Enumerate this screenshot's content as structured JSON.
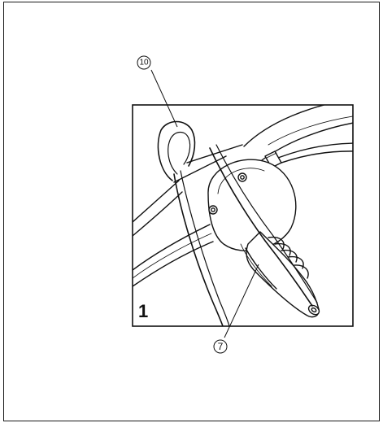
{
  "figure": {
    "number": "1",
    "callouts": [
      {
        "id": "callout-10",
        "label": "10"
      },
      {
        "id": "callout-7",
        "label": "7"
      }
    ]
  }
}
